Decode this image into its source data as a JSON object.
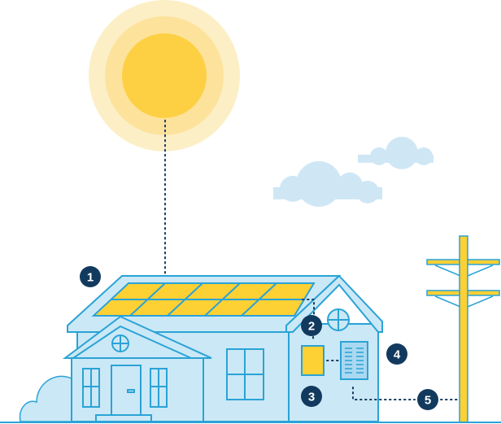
{
  "colors": {
    "sun_outer": "#fcefc6",
    "sun_mid": "#fde29c",
    "sun_inner": "#fdd044",
    "cloud": "#cfe7f5",
    "house_fill": "#cbe8f6",
    "house_stroke": "#2aa3d6",
    "panel": "#fdd033",
    "badge": "#123a5e"
  },
  "badges": [
    {
      "label": "1"
    },
    {
      "label": "2"
    },
    {
      "label": "3"
    },
    {
      "label": "4"
    },
    {
      "label": "5"
    }
  ]
}
